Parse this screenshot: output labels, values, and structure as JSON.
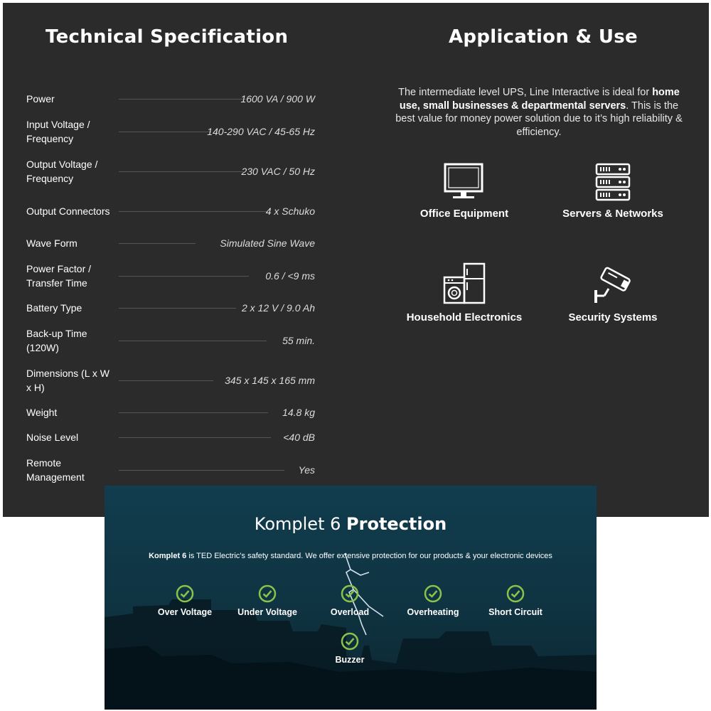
{
  "spec": {
    "title": "Technical Specification",
    "rows": [
      {
        "label": "Power",
        "value": "1600 VA / 900 W"
      },
      {
        "label": "Input Voltage / Frequency",
        "value": "140-290 VAC / 45-65 Hz"
      },
      {
        "label": "Output Voltage / Frequency",
        "value": "230 VAC / 50 Hz"
      },
      {
        "label": "Output Connectors",
        "value": "4 x Schuko"
      },
      {
        "label": "Wave Form",
        "value": "Simulated Sine Wave"
      },
      {
        "label": "Power Factor / Transfer Time",
        "value": "0.6 / <9 ms"
      },
      {
        "label": "Battery Type",
        "value": "2 x 12 V / 9.0 Ah"
      },
      {
        "label": "Back-up Time (120W)",
        "value": "55 min."
      },
      {
        "label": "Dimensions (L x W x H)",
        "value": "345 x 145 x 165 mm"
      },
      {
        "label": "Weight",
        "value": "14.8 kg"
      },
      {
        "label": "Noise Level",
        "value": "<40 dB"
      },
      {
        "label": "Remote Management",
        "value": "Yes"
      }
    ]
  },
  "application": {
    "title": "Application & Use",
    "desc_part1": "The intermediate level UPS, Line Interactive is ideal for ",
    "desc_bold": "home use, small businesses & departmental servers",
    "desc_part2": ". This is the best value for money power solution due to it’s high reliability & efficiency.",
    "items": [
      {
        "label": "Office Equipment",
        "icon": "monitor-icon"
      },
      {
        "label": "Servers & Networks",
        "icon": "server-rack-icon"
      },
      {
        "label": "Household Electronics",
        "icon": "appliances-icon"
      },
      {
        "label": "Security Systems",
        "icon": "security-camera-icon"
      }
    ]
  },
  "komplet": {
    "title_regular": "Komplet 6",
    "title_bold": "Protection",
    "desc_bold": "Komplet 6",
    "desc_rest": " is TED Electric’s safety standard. We offer extensive protection for our products & your electronic devices",
    "features": [
      {
        "label": "Over Voltage",
        "icon": "check-circle-icon"
      },
      {
        "label": "Under Voltage",
        "icon": "check-circle-icon"
      },
      {
        "label": "Overload",
        "icon": "check-circle-icon"
      },
      {
        "label": "Overheating",
        "icon": "check-circle-icon"
      },
      {
        "label": "Short Circuit",
        "icon": "check-circle-icon"
      },
      {
        "label": "Buzzer",
        "icon": "check-circle-icon"
      }
    ],
    "accent_color": "#8bc34a"
  }
}
